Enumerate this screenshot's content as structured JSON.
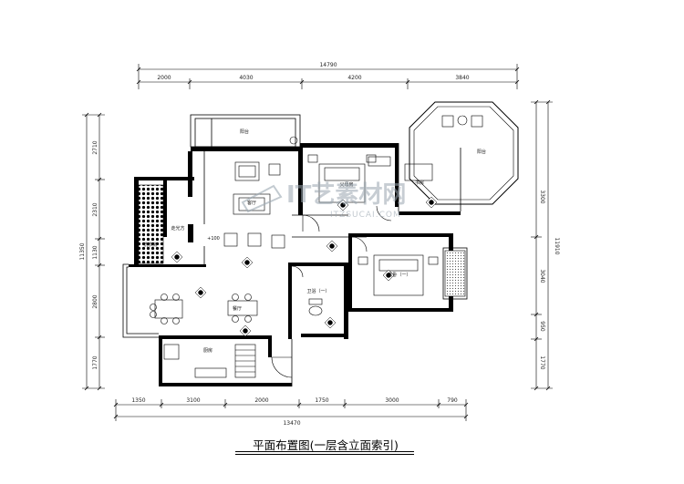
{
  "dimensions": {
    "top_total": "14790",
    "top_segments": [
      "2000",
      "4030",
      "4200",
      "3840"
    ],
    "bottom_total": "13470",
    "bottom_segments": [
      "1350",
      "3100",
      "2000",
      "1750",
      "3000",
      "790"
    ],
    "left_total": "11350",
    "left_segments": [
      "2710",
      "2310",
      "1130",
      "2800",
      "1770"
    ],
    "right_total": "11910",
    "right_segments": [
      "3300",
      "3040",
      "950",
      "1770"
    ]
  },
  "rooms": {
    "balcony_top": "阳台",
    "balcony_right": "阳台",
    "master_bedroom": "父母房",
    "study": "书房",
    "living_room": "客厅",
    "corridor": "走光方",
    "laundry": "洗衣房",
    "dining": "餐厅",
    "kitchen": "厨房",
    "bedroom_one": "客卧（一）",
    "bathroom_one": "卫浴（一）"
  },
  "annotations": {
    "level_mark": "+100"
  },
  "watermark": {
    "main": "IT艺素材网",
    "sub": "ITZSUCAI.COM"
  },
  "title": "平面布置图(一层含立面索引)"
}
